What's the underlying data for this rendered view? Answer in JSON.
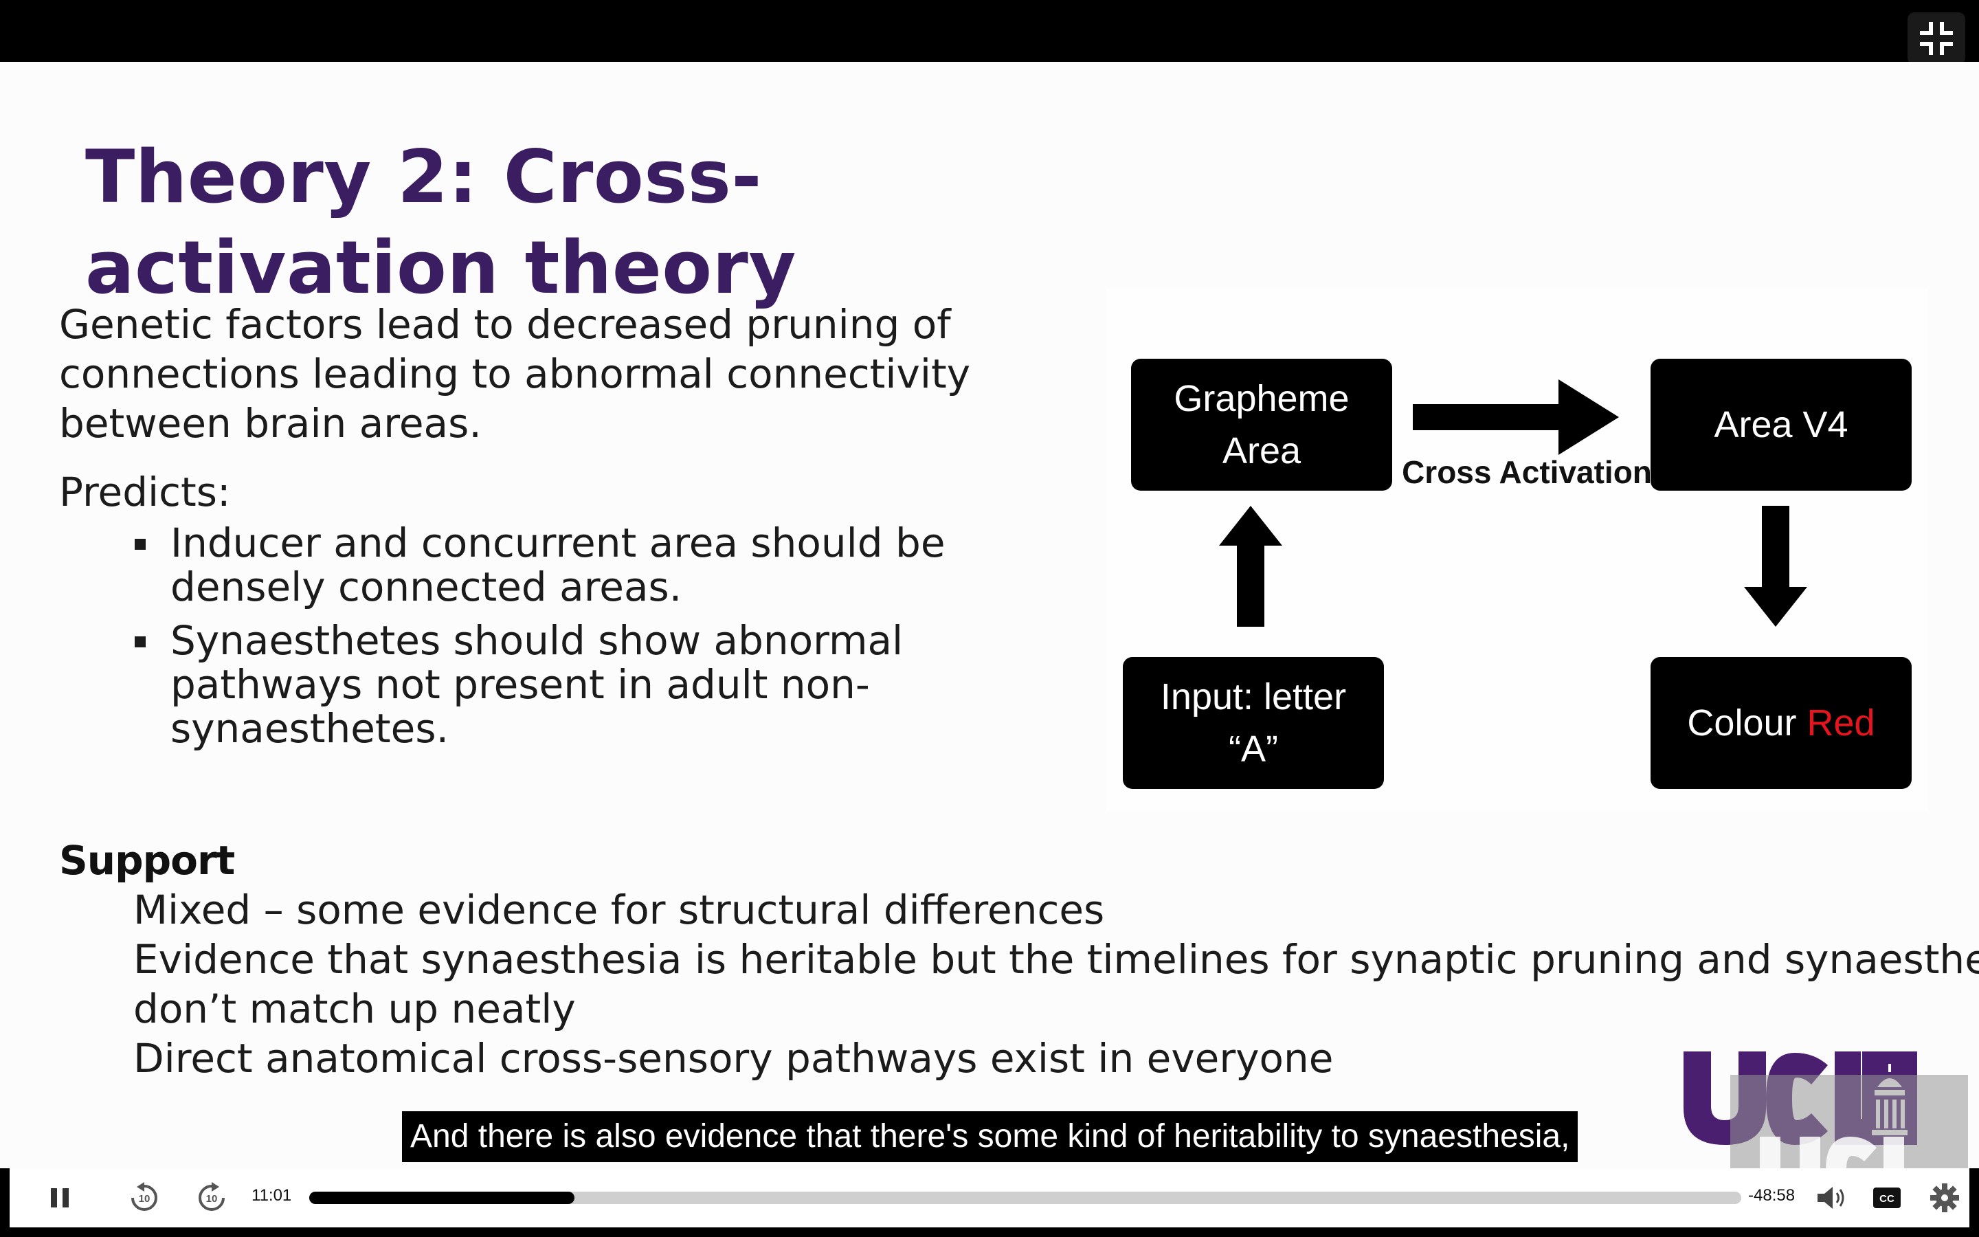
{
  "slide": {
    "title": "Theory 2: Cross-activation theory",
    "intro": "Genetic factors lead to decreased pruning of connections leading to abnormal connectivity between brain areas.",
    "predicts_label": "Predicts:",
    "predictions": [
      "Inducer and concurrent area should be densely connected areas.",
      "Synaesthetes should show abnormal pathways not present in adult non-synaesthetes."
    ],
    "support_heading": "Support",
    "support_lines": [
      "Mixed – some evidence for structural differences",
      "Evidence that synaesthesia is heritable but the timelines for synaptic pruning and synaesthesia",
      "don’t match up neatly",
      "Direct anatomical cross-sensory pathways exist in everyone"
    ]
  },
  "diagram": {
    "grapheme_line1": "Grapheme",
    "grapheme_line2": "Area",
    "v4": "Area V4",
    "input_line1": "Input: letter",
    "input_line2": "“A”",
    "colour_word": "Colour",
    "colour_value": "Red",
    "cross_label": "Cross  Activation",
    "colour_value_color": "#e8141d"
  },
  "caption": "And there is also evidence that there's some kind of heritability to synaesthesia,",
  "player": {
    "time_elapsed": "11:01",
    "time_remaining": "-48:58",
    "progress": 0.185,
    "icons": {
      "exit_fullscreen": "exit-fullscreen-icon",
      "pause": "pause-icon",
      "rewind": "rewind-10-icon",
      "forward": "forward-10-icon",
      "volume": "volume-icon",
      "captions": "captions-icon",
      "settings": "gear-icon"
    }
  },
  "branding": {
    "logo_color": "#4b1f6f"
  }
}
